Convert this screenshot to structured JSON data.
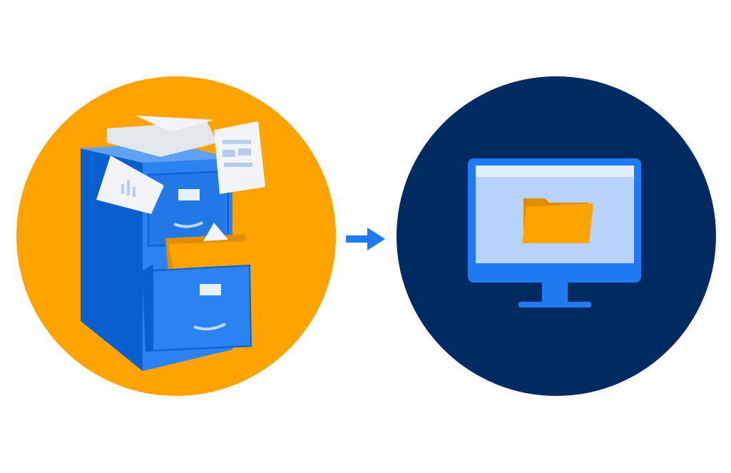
{
  "illustration": {
    "left_scene": "filing-cabinet",
    "right_scene": "computer-monitor-with-folder",
    "connector": "arrow-right"
  },
  "colors": {
    "background": "#ffffff",
    "left_circle": "#FFA300",
    "right_circle": "#002A62",
    "accent_blue": "#1E7BF2",
    "cabinet_side": "#0A5FD0",
    "cabinet_front": "#2A83F0",
    "screen": "#B5D3FB",
    "screen_bar": "#E3EEFC",
    "folder": "#FFA300",
    "folder_back": "#E08E00",
    "paper": "#F2F4F7"
  }
}
